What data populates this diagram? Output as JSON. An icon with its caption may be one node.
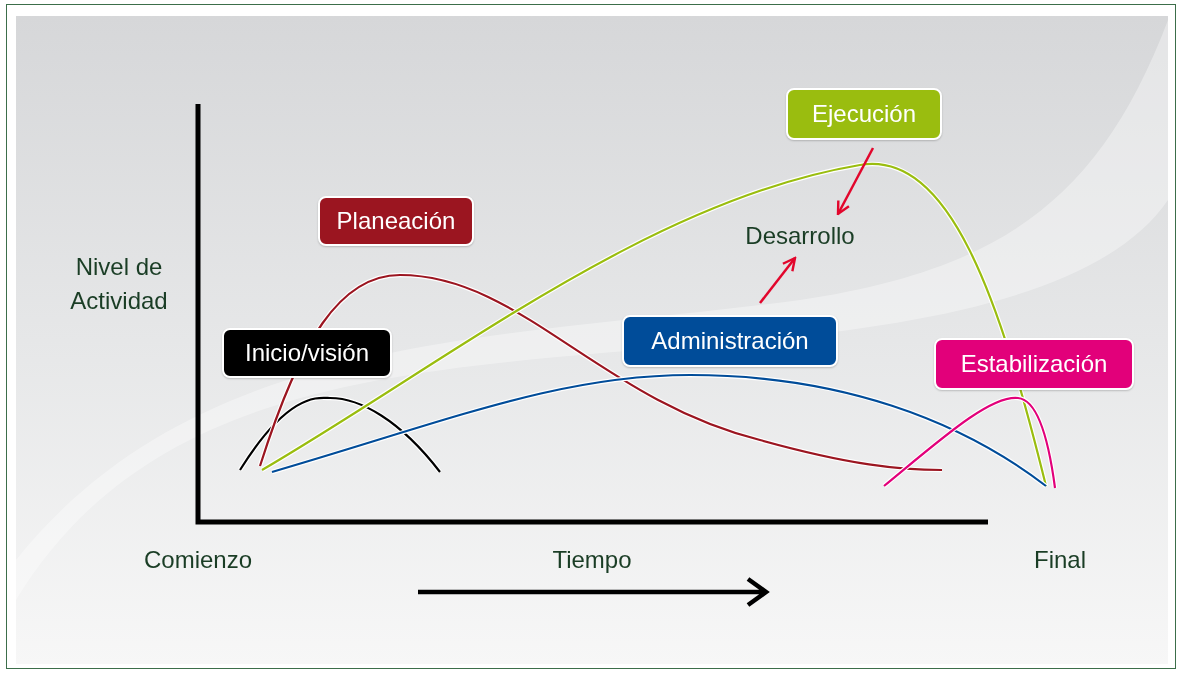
{
  "diagram": {
    "nodes": [
      {
        "text": [
          "Planeación"
        ]
      },
      {
        "text": [
          "Inicio/visión"
        ]
      },
      {
        "text": [
          "Ejecución"
        ]
      },
      {
        "text": [
          "Desarrollo"
        ]
      },
      {
        "text": [
          "Administración"
        ]
      },
      {
        "text": [
          "Estabilización"
        ]
      }
    ],
    "edges": [
      {
        "from": 2,
        "to": 3,
        "arrow": "to",
        "color": "#e2062c"
      },
      {
        "from": 4,
        "to": 3,
        "arrow": "to",
        "color": "#e2062c"
      }
    ],
    "labels": [
      "Nivel de Actividad",
      "Comienzo",
      "Tiempo",
      "Final"
    ]
  }
}
